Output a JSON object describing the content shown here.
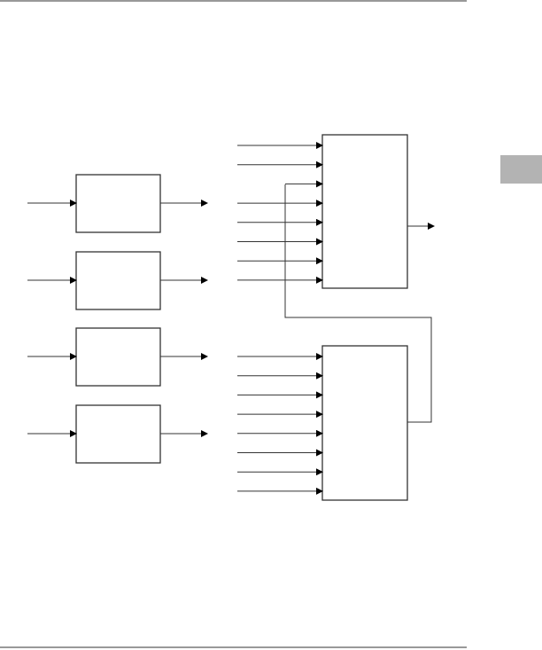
{
  "diagram": {
    "left_blocks": 4,
    "top_block_inputs": 8,
    "bottom_block_inputs": 8,
    "feedback_input_index": 2,
    "colors": {
      "line": "#333333",
      "tab": "#b3b3b3"
    }
  }
}
